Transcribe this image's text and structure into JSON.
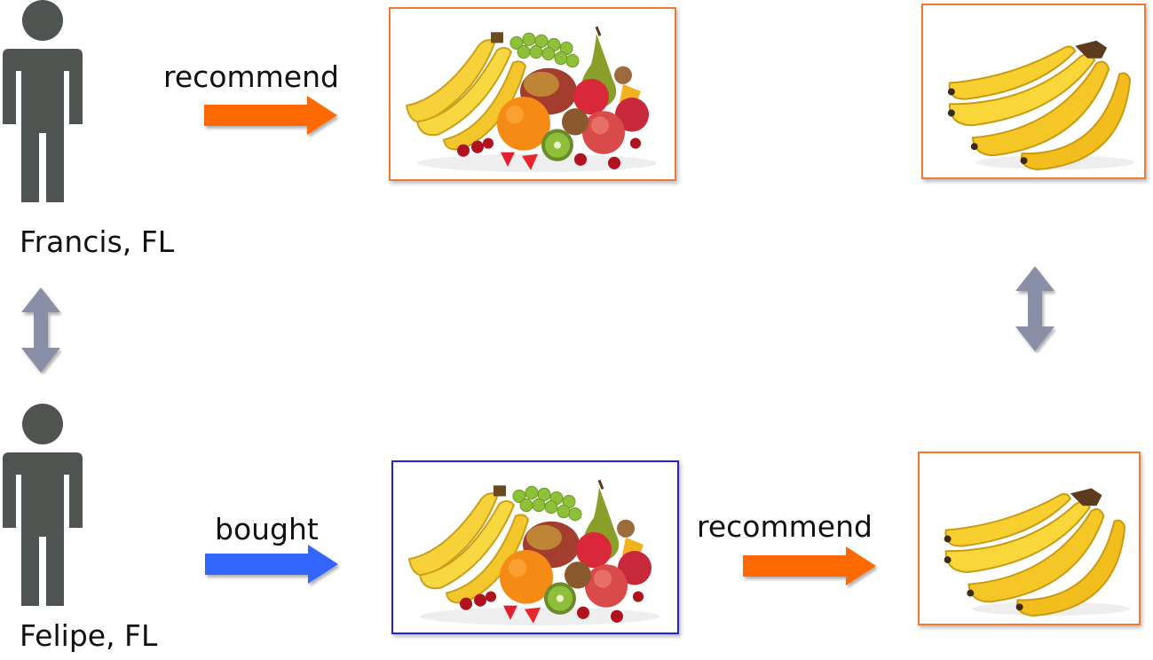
{
  "users": {
    "top": {
      "name": "Francis, FL"
    },
    "bottom": {
      "name": "Felipe, FL"
    }
  },
  "edges": {
    "top_recommend": {
      "label": "recommend"
    },
    "bottom_bought": {
      "label": "bought"
    },
    "bottom_recommend": {
      "label": "recommend"
    }
  },
  "items": {
    "mixed_fruit": {
      "icon": "mixed-fruit-image"
    },
    "bananas": {
      "icon": "banana-bunch-image"
    }
  },
  "colors": {
    "person": "#4f5450",
    "recommend_arrow": "#ff6a00",
    "bought_arrow": "#3366ff",
    "similarity_arrow": "#8a8fa8",
    "recommend_frame": "#f07830",
    "bought_frame": "#2222dd"
  }
}
